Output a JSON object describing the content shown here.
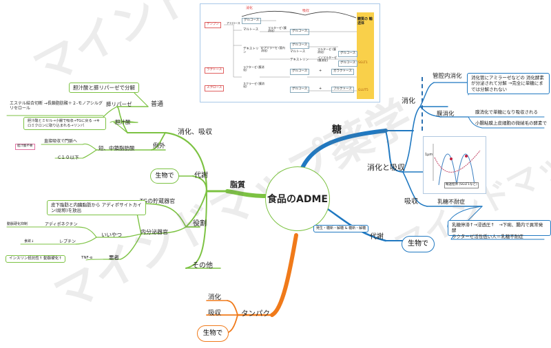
{
  "watermark": "マインドマップ薬学",
  "center": "食品のADME",
  "sugar": {
    "label": "糖",
    "digestion_absorption": "消化と吸収",
    "digestion": "消化",
    "lumen": "管腔内消化",
    "lumen_note": "消化管にアミラーゼなどの 消化酵素が分泌されて分解 →完全に単糖にまでは分解されない",
    "membrane": "膜消化",
    "membrane_note1": "膜消化で単糖になり吸収される",
    "membrane_note2": "小腸粘膜上皮細胞の微絨毛の酵素で",
    "absorption": "吸収",
    "lactose_intolerance": "乳糖不耐症",
    "lactose_note1": "乳糖停滞↑→浸透圧↑　→下痢、腸内で異常発酵",
    "lactose_note2": "ラクターゼ活性低い人＝乳糖不耐症",
    "metabolism": "代謝",
    "metabolism_tag": "発生・糖新・解糖 & 糖新・解糖",
    "biology": "生物で"
  },
  "fat": {
    "label": "脂質",
    "digestion_absorption": "消化、吸収",
    "normal": "普通",
    "bile_lipase": "胆汁酸と膵リパーゼで分解",
    "pancreatic_lipase": "膵リパーゼ",
    "ester_note": "エステル結合切断 →長鎖脂肪酸＋２-モノアシルグリセロール",
    "bile_acid": "胆汁酸",
    "micelle_note": "胆汁酸とミセル→小腸で吸収→TGに戻る →キロミクロンに取り込まれる→リンパ",
    "exception": "例外",
    "short_medium": "短、中鎖脂肪酸",
    "portal_note": "直接吸収で門脈へ",
    "bile_unneeded": "胆汁酸不要",
    "c10": "C１０以下",
    "metabolism": "代謝",
    "biology": "生物で",
    "role": "役割",
    "tg_storage": "TGの貯蔵器官",
    "endocrine": "内分泌器官",
    "adipocytokine": "皮下脂肪と内臓脂肪から アディポサイトカイン(総称)を放出",
    "good": "いいやつ",
    "adiponectin": "アディポネクチン",
    "arteriosclerosis": "動脈硬化抑制",
    "leptin": "レプチン",
    "appetite": "食欲↓",
    "bad": "悪者",
    "tnf": "TNF-α",
    "insulin_resist": "インスリン抵抗性↑ 動脈硬化↑",
    "other": "その他"
  },
  "protein": {
    "label": "タンパク",
    "digestion": "消化",
    "absorption": "吸収",
    "biology": "生物で"
  },
  "sugar_diagram": {
    "digestion_header": "消化",
    "absorption_header": "吸収",
    "starch": "デンプン",
    "amylose": "アミロース",
    "maltose": "マルトース",
    "maltase": "マルターゼ (膜消化)",
    "glucose": "グルコース",
    "dextrin": "デキストリン",
    "alpha_amylase": "α-アミラーゼ (管内消化)",
    "isomaltase": "イソマルターゼ (膜消化)",
    "lactose": "ラクトース",
    "lactase": "ラクターゼ (膜消化)",
    "galactose": "ガラクトース",
    "sucrose": "スクロース",
    "sucrase": "スクラーゼ (膜消化)",
    "fructose": "フルクトース",
    "transporter_title": "糖質の 輸送体",
    "sglt1": "SGLT1",
    "glut5": "GLUT5",
    "plus": "+"
  },
  "graph_diagram": {
    "ylabel": "1μm",
    "legend": "輸送担体 (SGLT1など)"
  },
  "colors": {
    "sugar": "#1f78c1",
    "fat": "#7cc242",
    "protein": "#f07a1a",
    "transporter": "#f9d04a"
  }
}
